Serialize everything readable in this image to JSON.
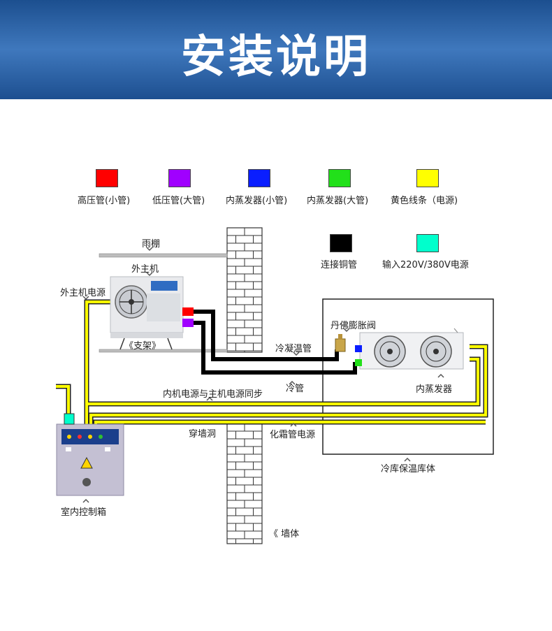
{
  "header": {
    "title": "安装说明"
  },
  "legend": [
    {
      "label": "高压管(小管)",
      "color": "#ff0000"
    },
    {
      "label": "低压管(大管)",
      "color": "#a000ff"
    },
    {
      "label": "内蒸发器(小管)",
      "color": "#0a1eff"
    },
    {
      "label": "内蒸发器(大管)",
      "color": "#22e01a"
    },
    {
      "label": "黄色线条（电源)",
      "color": "#ffff00"
    },
    {
      "label": "连接铜管",
      "color": "#000000"
    },
    {
      "label": "输入220V/380V电源",
      "color": "#00ffcc"
    }
  ],
  "labels": {
    "canopy": "雨棚",
    "outdoor_unit": "外主机",
    "outdoor_power": "外主机电源",
    "bracket": "《支架》",
    "expansion_valve": "丹佛膨胀阀",
    "condensing_pipe": "冷凝温管",
    "cold_pipe": "冷管",
    "evaporator": "内蒸发器",
    "power_sync": "内机电源与主机电源同步",
    "wall_hole": "穿墙洞",
    "defrost_power": "化霜管电源",
    "cold_room": "冷库保温库体",
    "control_box": "室内控制箱",
    "wall": "《 墙体"
  },
  "colors": {
    "high_pressure": "#ff0000",
    "low_pressure": "#a000ff",
    "evap_small": "#0a1eff",
    "evap_large": "#22e01a",
    "power": "#ffff00",
    "copper": "#000000",
    "input_power": "#00ffcc"
  }
}
